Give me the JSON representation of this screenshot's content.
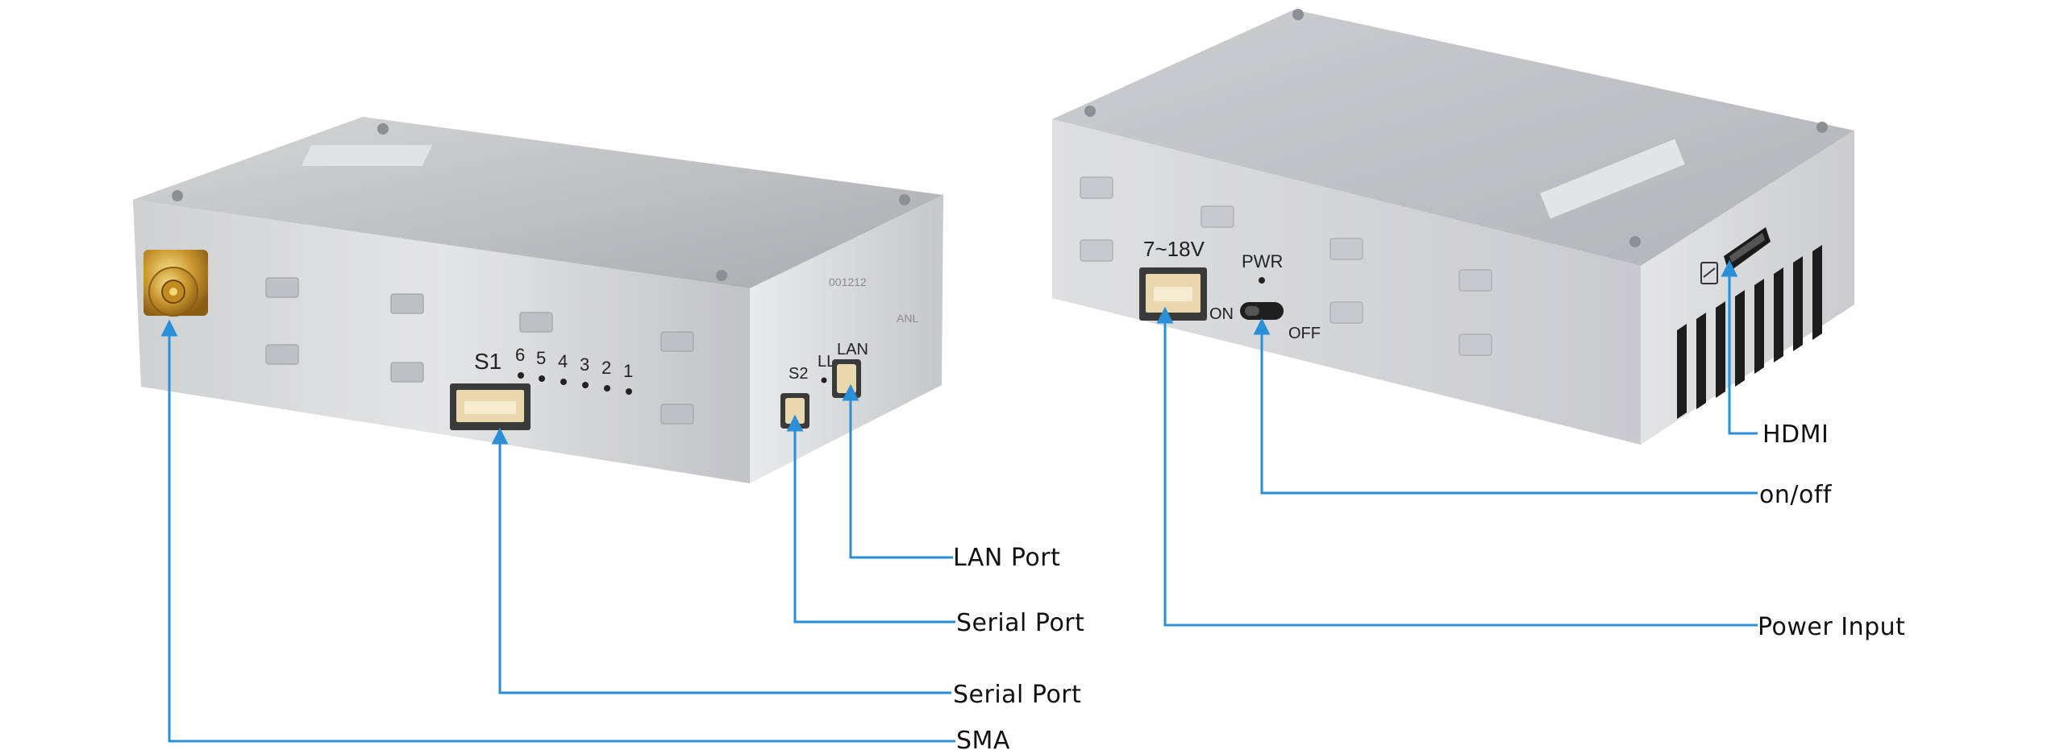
{
  "colors": {
    "leader": "#2a8fd6",
    "label": "#111111",
    "housing": "#c7c8ca"
  },
  "left_device": {
    "silkscreen": {
      "s1": "S1",
      "leds": [
        "6",
        "5",
        "4",
        "3",
        "2",
        "1"
      ],
      "s2": "S2",
      "ll": "LL",
      "lan": "LAN",
      "serial": "001212",
      "side": "ANL"
    },
    "callouts": {
      "lan_port": "LAN Port",
      "serial_port_s2": "Serial Port",
      "serial_port_s1": "Serial Port",
      "sma": "SMA"
    }
  },
  "right_device": {
    "silkscreen": {
      "voltage": "7~18V",
      "pwr": "PWR",
      "on": "ON",
      "off": "OFF"
    },
    "callouts": {
      "hdmi": "HDMI",
      "onoff": "on/off",
      "power_input": "Power Input"
    }
  }
}
